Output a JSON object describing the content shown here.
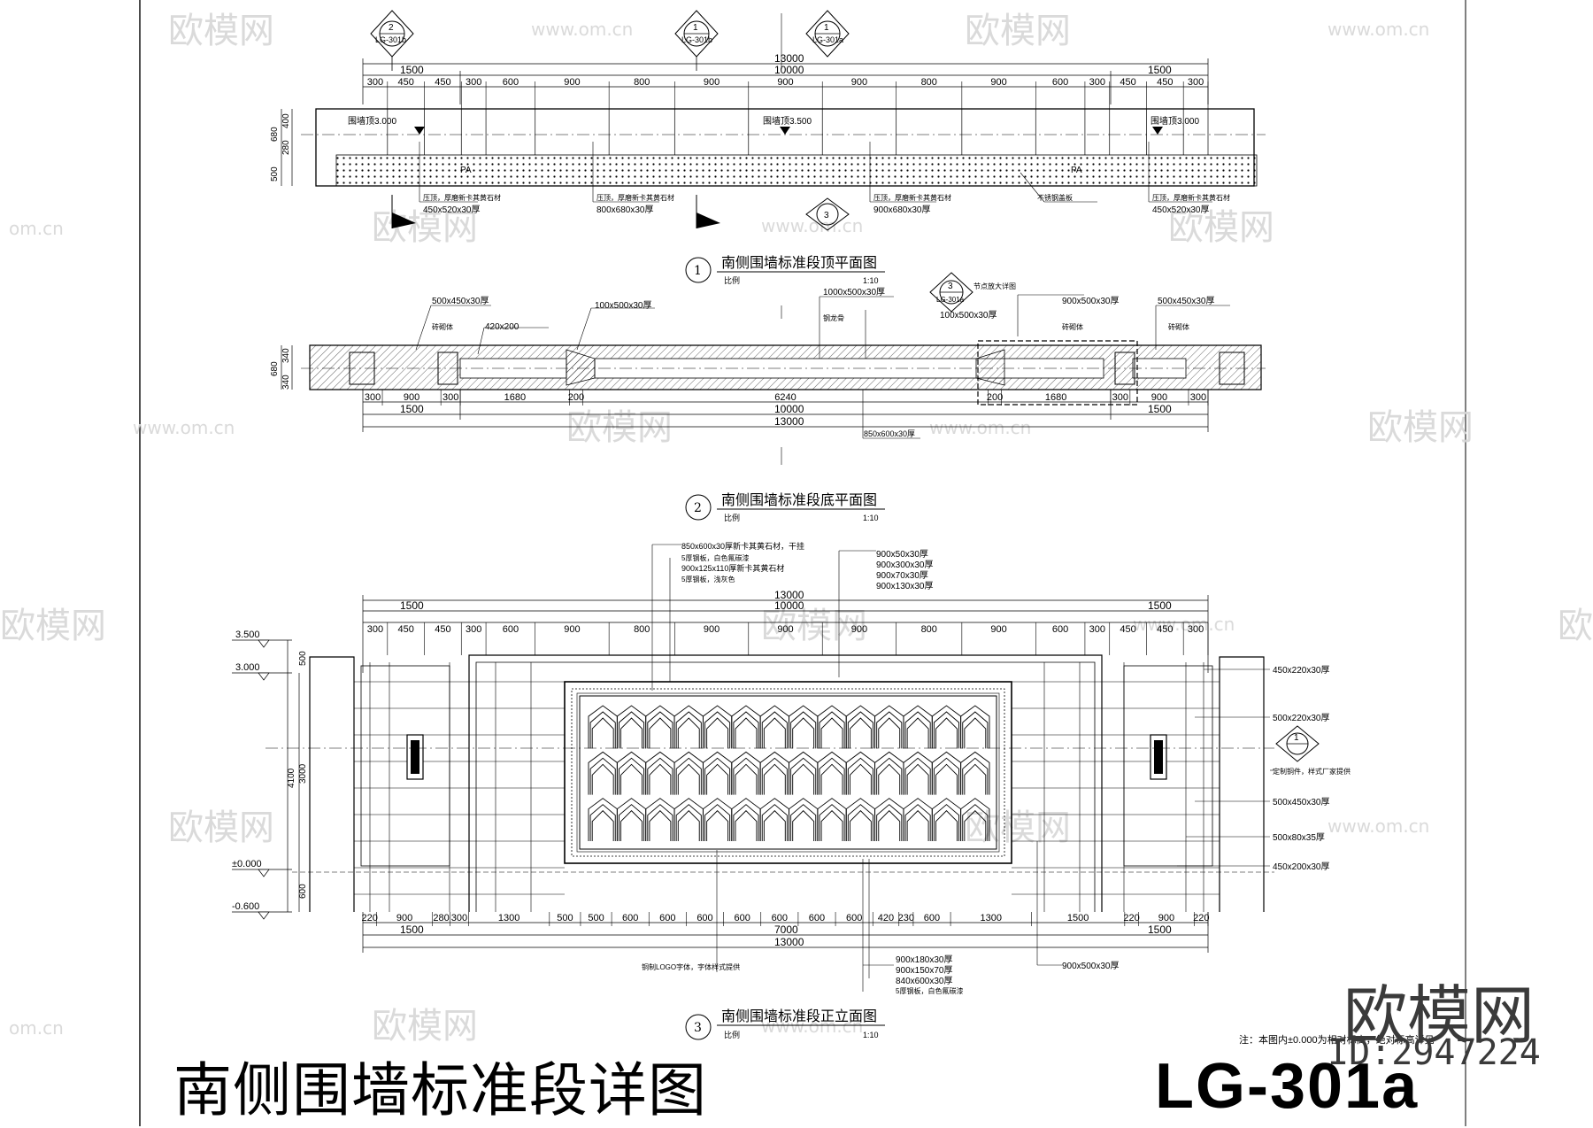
{
  "sheet": {
    "title": "南侧围墙标准段详图",
    "number": "LG-301a",
    "note": "注：本图内±0.000为相对标高，绝对标高详见"
  },
  "watermark": {
    "logo": "欧模网",
    "id": "ID:2947224",
    "site": "www.om.cn",
    "site_short": "om.cn"
  },
  "view1": {
    "title": "南侧围墙标准段顶平面图",
    "num": "1",
    "scale_label": "比例",
    "scale": "1:10",
    "total": "13000",
    "mid": "10000",
    "side": "1500",
    "segments": [
      "300",
      "450",
      "450",
      "300",
      "600",
      "900",
      "800",
      "900",
      "900",
      "900",
      "800",
      "900",
      "600",
      "300",
      "450",
      "450",
      "300"
    ],
    "left_dims": [
      "500",
      "680",
      "280",
      "400"
    ],
    "levels": [
      "围墙顶3.000",
      "围墙顶3.500",
      "围墙顶3.000"
    ],
    "mark": "PA",
    "callouts": [
      "压顶，厚磨新卡其黄石材",
      "800x680x30厚",
      "900x680x30厚",
      "450x520x30厚",
      "不锈钢盖板"
    ],
    "markers": [
      {
        "num": "2",
        "sheet": "LG-301b"
      },
      {
        "num": "1",
        "sheet": "LG-301b"
      },
      {
        "num": "1",
        "sheet": "LG-301a"
      },
      {
        "num": "3",
        "sheet": ""
      }
    ]
  },
  "view2": {
    "title": "南侧围墙标准段底平面图",
    "num": "2",
    "scale_label": "比例",
    "scale": "1:10",
    "total": "13000",
    "mid": "10000",
    "side": "1500",
    "segments": [
      "300",
      "900",
      "300",
      "1680",
      "200",
      "6240",
      "200",
      "1680",
      "300",
      "900",
      "300"
    ],
    "left_dims": [
      "680",
      "340",
      "340"
    ],
    "callouts": [
      "500x450x30厚",
      "420x200",
      "100x500x30厚",
      "1000x500x30厚",
      "节点放大详图",
      "900x500x30厚",
      "100x500x30厚",
      "500x450x30厚",
      "850x600x30厚",
      "钢龙骨",
      "砖砌体"
    ],
    "detail_marker": {
      "num": "3",
      "sheet": "LG-301a"
    }
  },
  "view3": {
    "title": "南侧围墙标准段正立面图",
    "num": "3",
    "scale_label": "比例",
    "scale": "1:10",
    "total": "13000",
    "mid": "10000",
    "side": "1500",
    "top_segments": [
      "300",
      "450",
      "450",
      "300",
      "600",
      "900",
      "800",
      "900",
      "900",
      "900",
      "800",
      "900",
      "600",
      "300",
      "450",
      "450",
      "300"
    ],
    "bottom_segments": [
      "220",
      "900",
      "280",
      "300",
      "1300",
      "500",
      "500",
      "600",
      "600",
      "600",
      "600",
      "600",
      "600",
      "600",
      "420",
      "230",
      "600",
      "1300",
      "1500",
      "220",
      "900",
      "220"
    ],
    "bottom_mid": "7000",
    "levels": [
      "3.500",
      "3.000",
      "±0.000",
      "-0.600"
    ],
    "left_dims": [
      "500",
      "4100",
      "3000",
      "600"
    ],
    "callouts_top": [
      "850x600x30厚新卡其黄石材，干挂",
      "5厚钢板，白色氟碳漆",
      "900x125x110厚新卡其黄石材",
      "5厚钢板，浅灰色",
      "900x50x30厚",
      "900x300x30厚",
      "900x70x30厚",
      "900x130x30厚"
    ],
    "callouts_right": [
      "450x220x30厚",
      "500x220x30厚",
      "定制铜件，样式厂家提供",
      "500x450x30厚",
      "500x80x35厚",
      "450x200x30厚"
    ],
    "callouts_bottom": [
      "900x180x30厚",
      "900x150x70厚",
      "840x600x30厚",
      "5厚钢板，白色氟碳漆",
      "900x500x30厚",
      "铜制LOGO字体，字体样式提供"
    ],
    "section_marker": "1"
  }
}
